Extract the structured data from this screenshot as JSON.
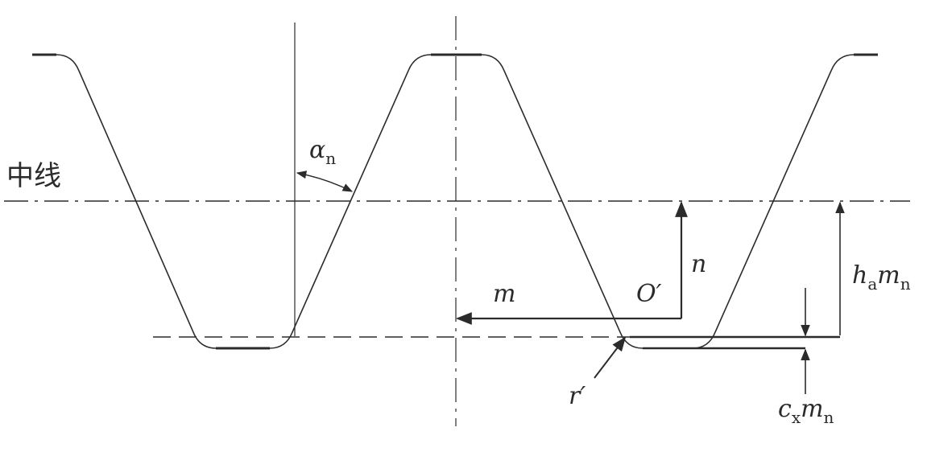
{
  "labels": {
    "centerline": "中线",
    "alpha": "α",
    "alpha_sub": "n",
    "n": "n",
    "m": "m",
    "o_prime": "O′",
    "r_prime": "r′",
    "ha": "h",
    "ha_sub": "a",
    "ha_m": "m",
    "ha_m_sub": "n",
    "cx": "c",
    "cx_sub": "x",
    "cx_m": "m",
    "cx_m_sub": "n"
  },
  "colors": {
    "line": "#2b2b2b",
    "background": "#ffffff"
  }
}
